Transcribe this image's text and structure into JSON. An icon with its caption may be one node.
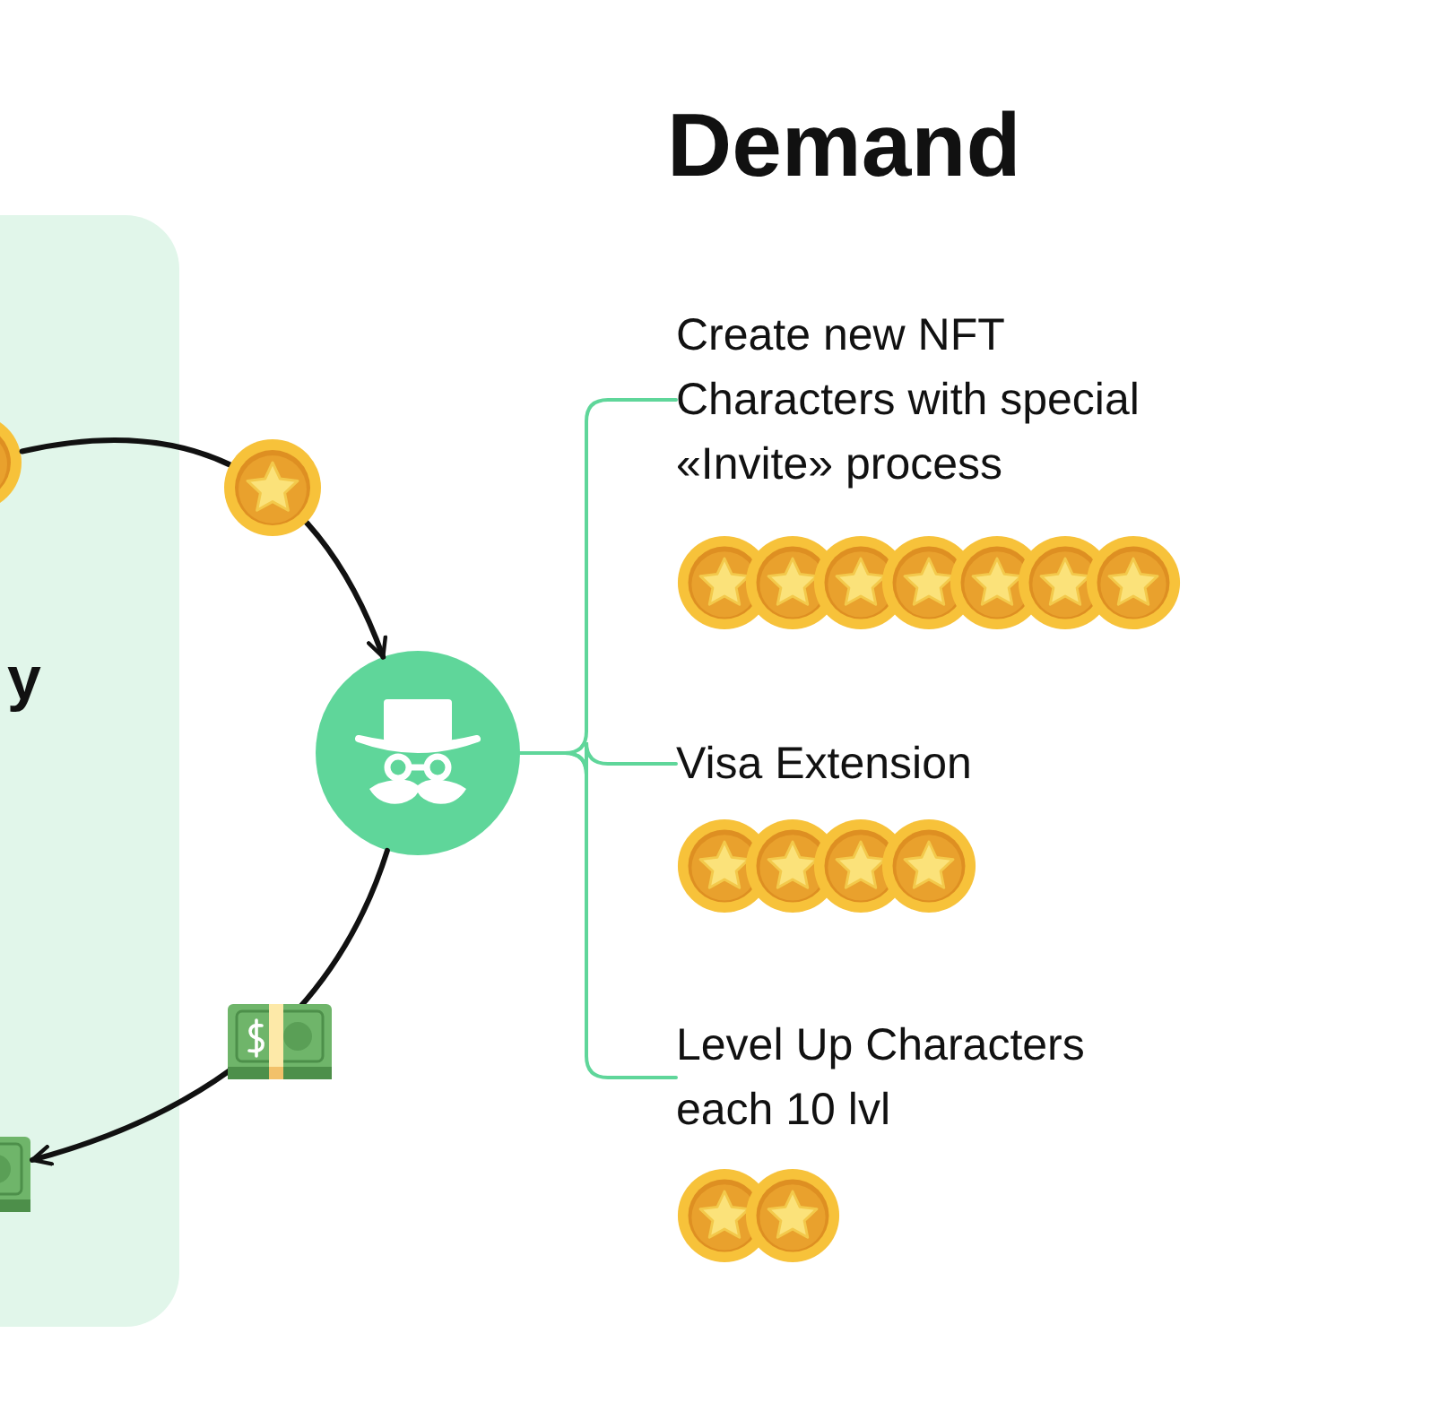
{
  "diagram": {
    "title": "Demand",
    "nodes": [
      {
        "text": [
          "y"
        ]
      },
      {
        "text": [],
        "shape": "picture",
        "in": 0
      },
      {
        "text": [],
        "shape": "picture",
        "in": 0
      },
      {
        "text": [],
        "shape": "circle"
      },
      {
        "text": [
          "Create new NFT Characters with special «Invite» process"
        ]
      },
      {
        "text": [
          "Visa Extension"
        ]
      },
      {
        "text": [
          "Level Up Characters each 10 lvl"
        ]
      }
    ],
    "edges": [
      {
        "from": 1,
        "to": 3,
        "arrow": "to",
        "color": "#111111"
      },
      {
        "from": 3,
        "to": 2,
        "arrow": "to",
        "color": "#111111"
      },
      {
        "from": 3,
        "to": 4,
        "arrow": "none"
      },
      {
        "from": 3,
        "to": 5,
        "arrow": "none"
      },
      {
        "from": 3,
        "to": 6,
        "arrow": "none"
      }
    ]
  }
}
